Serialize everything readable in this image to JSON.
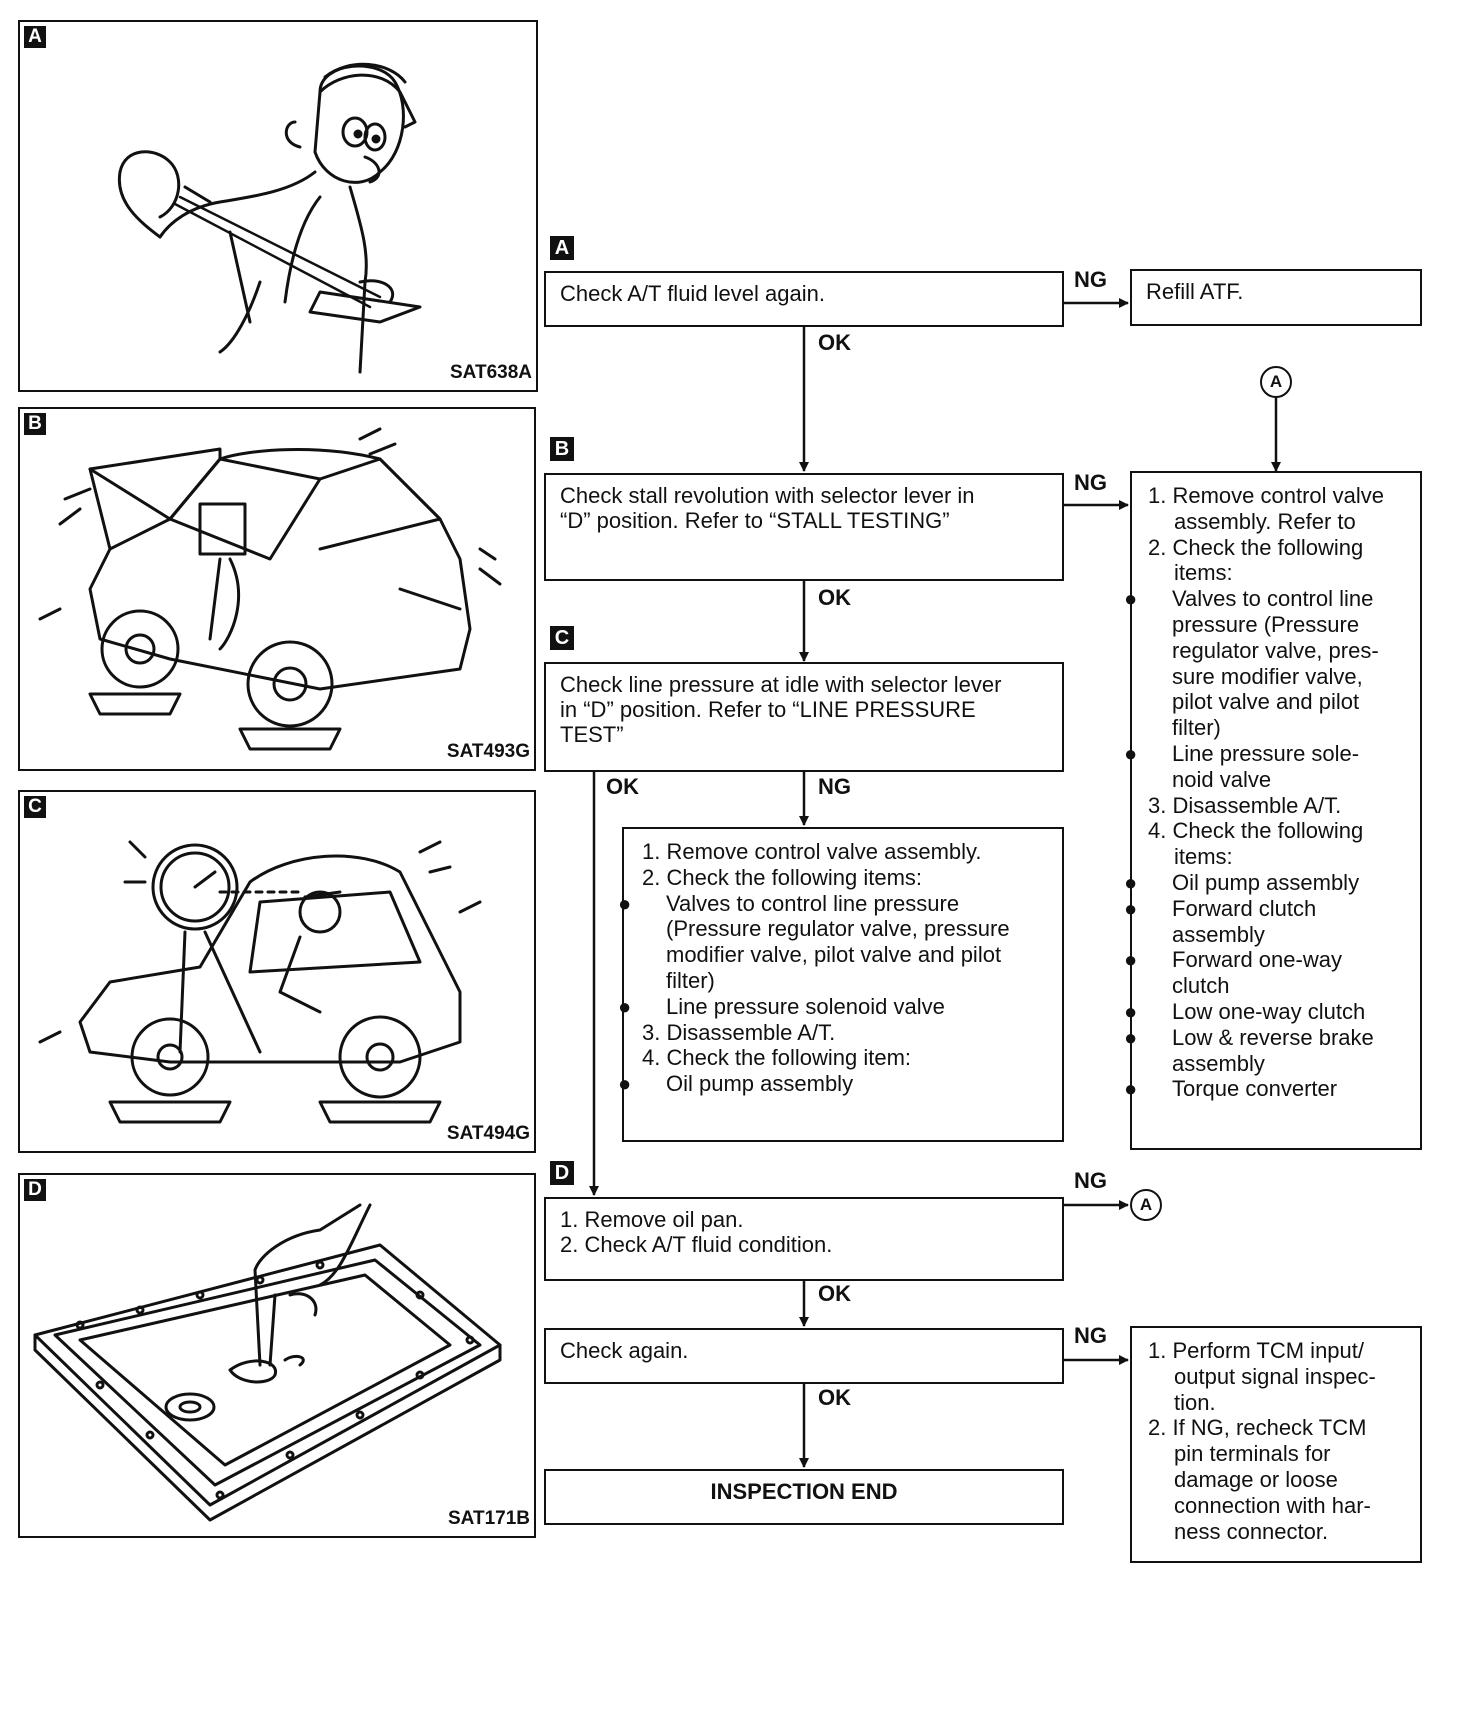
{
  "figures": [
    {
      "tag": "A",
      "code": "SAT638A",
      "depicts": "mechanic checking fluid on dipstick"
    },
    {
      "tag": "B",
      "code": "SAT493G",
      "depicts": "car with raised hood on wheel chocks"
    },
    {
      "tag": "C",
      "code": "SAT494G",
      "depicts": "driver reading pressure gauge"
    },
    {
      "tag": "D",
      "code": "SAT171B",
      "depicts": "finger touching residue in oil pan"
    }
  ],
  "steps": {
    "a": {
      "tag": "A",
      "text": "Check A/T fluid level again."
    },
    "b": {
      "tag": "B",
      "line1": "Check stall revolution with selector lever in",
      "line2": "“D” position. Refer to “STALL TESTING”"
    },
    "c": {
      "tag": "C",
      "line1": "Check line pressure at idle with selector lever",
      "line2": "in “D” position. Refer to “LINE PRESSURE",
      "line3": "TEST”"
    },
    "d": {
      "tag": "D",
      "item1": "1. Remove oil pan.",
      "item2": "2. Check A/T fluid condition."
    },
    "again": {
      "text": "Check again."
    },
    "end": {
      "text": "INSPECTION END"
    }
  },
  "refill": {
    "text": "Refill ATF."
  },
  "labels": {
    "ok": "OK",
    "ng": "NG",
    "connector": "A"
  },
  "middle_box": {
    "i1": "1. Remove control valve assembly.",
    "i2": "2. Check the following items:",
    "b1a": "Valves to control line pressure",
    "b1b": "(Pressure regulator valve, pressure",
    "b1c": "modifier valve, pilot valve and pilot",
    "b1d": "filter)",
    "b2": "Line pressure solenoid valve",
    "i3": "3. Disassemble A/T.",
    "i4": "4. Check the following item:",
    "b3": "Oil pump assembly"
  },
  "right_box": {
    "i1a": "1. Remove control valve",
    "i1b": "assembly. Refer to",
    "i2a": "2. Check the following",
    "i2b": "items:",
    "b1a": "Valves to control line",
    "b1b": "pressure (Pressure",
    "b1c": "regulator valve, pres-",
    "b1d": "sure modifier valve,",
    "b1e": "pilot valve and pilot",
    "b1f": "filter)",
    "b2a": "Line pressure sole-",
    "b2b": "noid valve",
    "i3": "3. Disassemble A/T.",
    "i4a": "4. Check the following",
    "i4b": "items:",
    "b3": "Oil pump assembly",
    "b4a": "Forward clutch",
    "b4b": "assembly",
    "b5a": "Forward one-way",
    "b5b": "clutch",
    "b6": "Low one-way clutch",
    "b7a": "Low & reverse brake",
    "b7b": "assembly",
    "b8": "Torque converter"
  },
  "tcm_box": {
    "i1a": "1. Perform TCM input/",
    "i1b": "output signal inspec-",
    "i1c": "tion.",
    "i2a": "2. If NG, recheck TCM",
    "i2b": "pin terminals for",
    "i2c": "damage or loose",
    "i2d": "connection with har-",
    "i2e": "ness connector."
  },
  "colors": {
    "ink": "#111111",
    "paper": "#ffffff"
  }
}
